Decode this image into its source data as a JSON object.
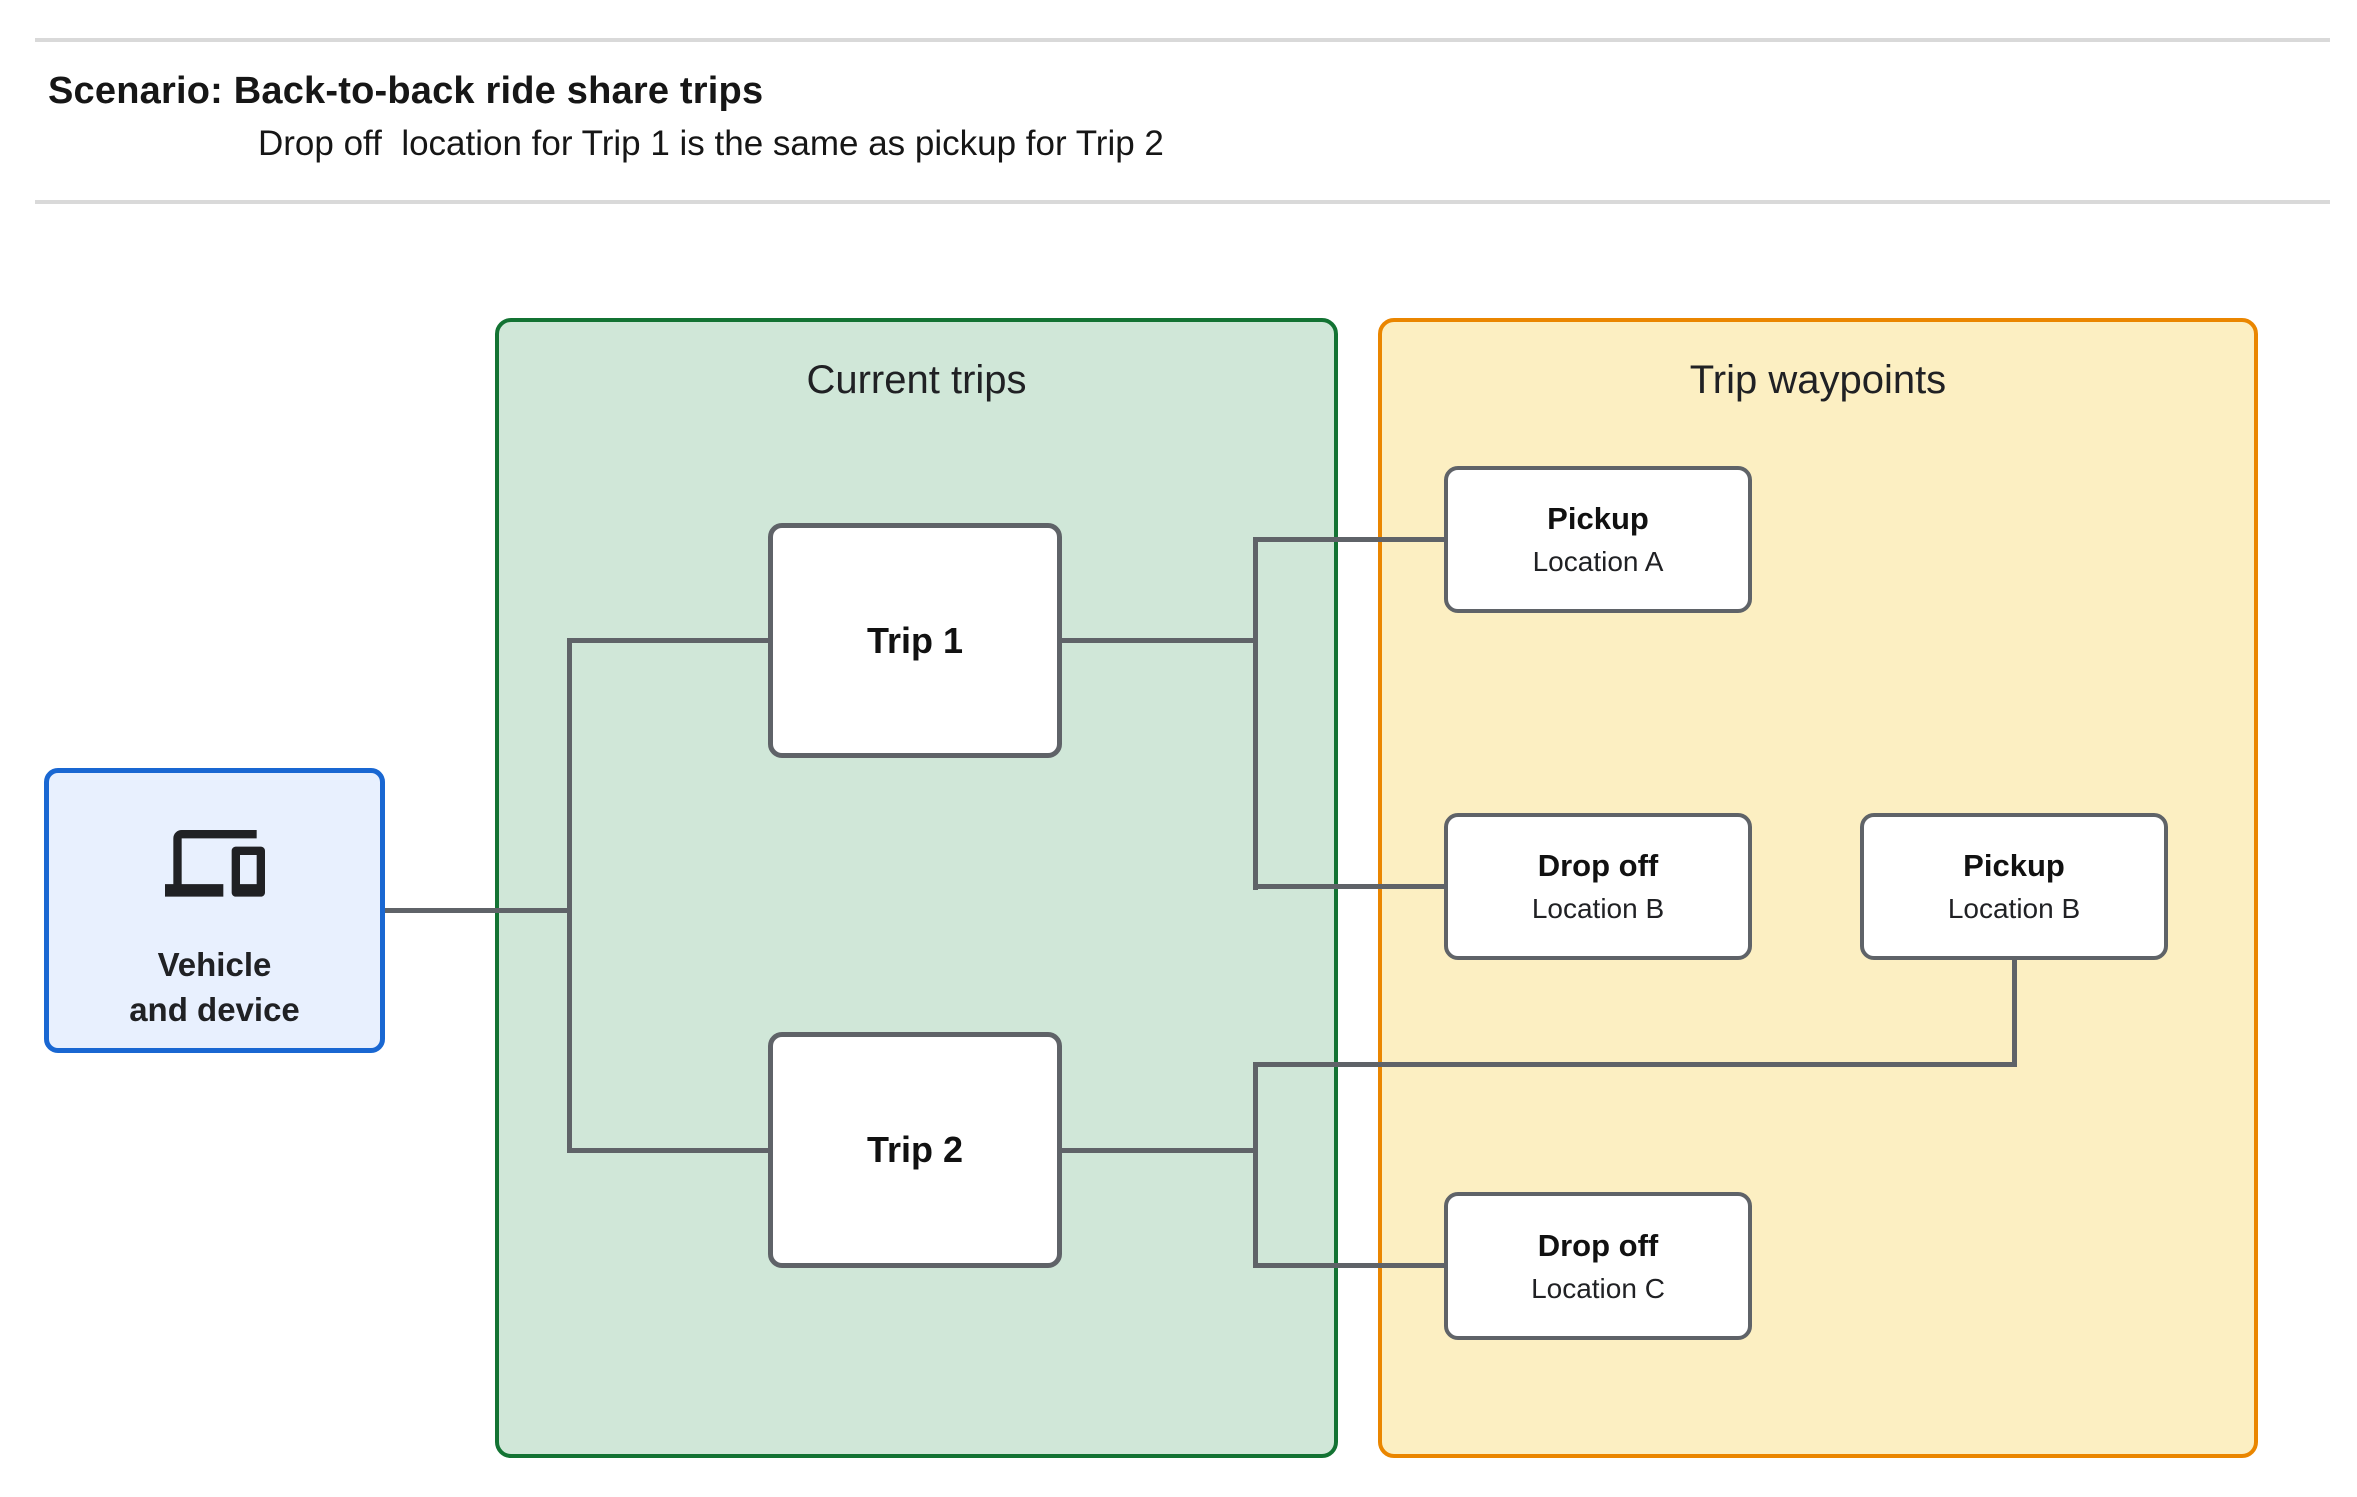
{
  "header": {
    "title": "Scenario: Back-to-back ride share trips",
    "subtitle": "Drop off  location for Trip 1 is the same as pickup for Trip 2"
  },
  "vehicle": {
    "icon": "devices-icon",
    "label_line1": "Vehicle",
    "label_line2": "and device"
  },
  "groups": {
    "current_trips": {
      "title": "Current trips",
      "nodes": {
        "trip1": {
          "label": "Trip 1"
        },
        "trip2": {
          "label": "Trip 2"
        }
      }
    },
    "trip_waypoints": {
      "title": "Trip waypoints",
      "nodes": {
        "pickup_a": {
          "title": "Pickup",
          "subtitle": "Location A"
        },
        "dropoff_b": {
          "title": "Drop off",
          "subtitle": "Location B"
        },
        "pickup_b": {
          "title": "Pickup",
          "subtitle": "Location B"
        },
        "dropoff_c": {
          "title": "Drop off",
          "subtitle": "Location C"
        }
      }
    }
  },
  "colors": {
    "green_fill": "#d0e7d8",
    "green_border": "#137333",
    "yellow_fill": "#fcefc2",
    "yellow_border": "#ea8600",
    "blue_fill": "#e8f0fe",
    "blue_border": "#1967d2",
    "node_border": "#5f6368",
    "connector": "#5f6368",
    "divider": "#d9d9d9"
  }
}
